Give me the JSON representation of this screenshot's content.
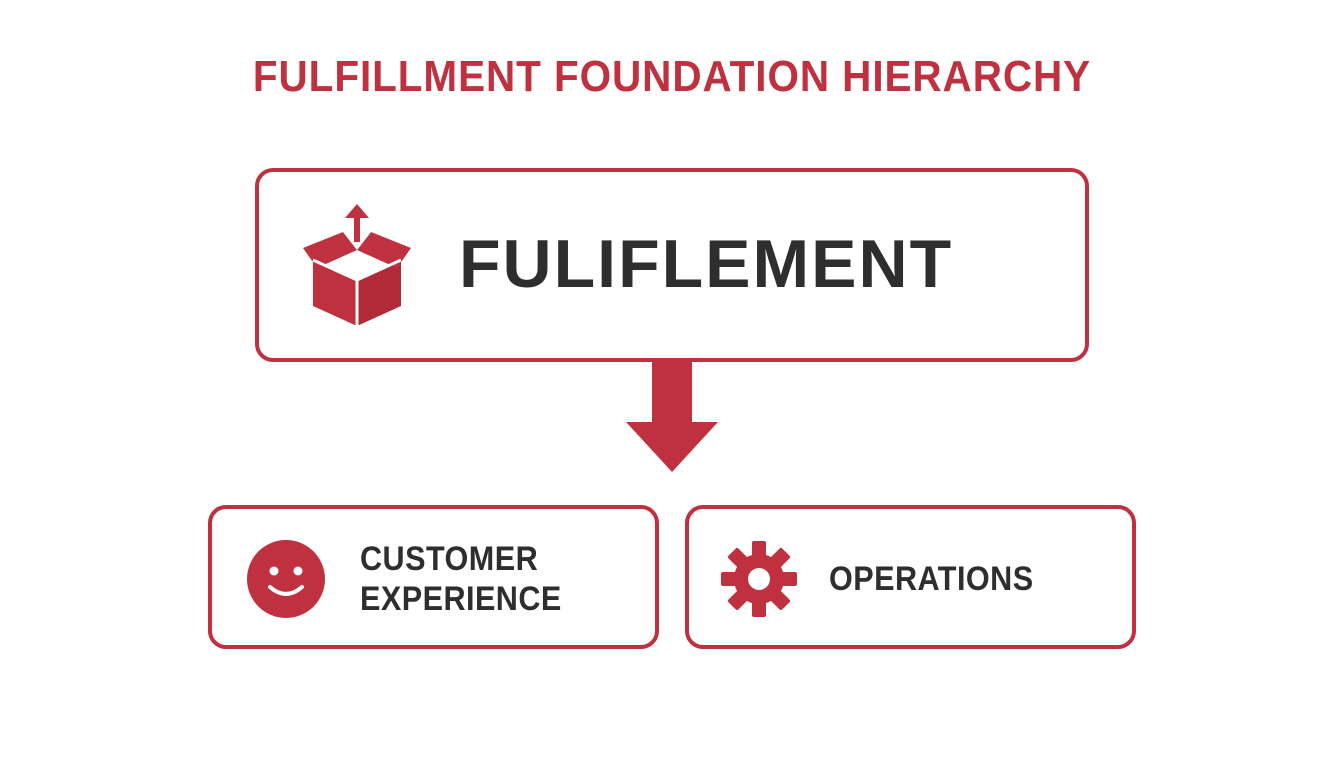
{
  "diagram": {
    "title": "FULFILLMENT FOUNDATION HIERARCHY",
    "root": {
      "label": "FULIFLEMENT",
      "icon": "box-upload-icon"
    },
    "connector": {
      "icon": "arrow-down-icon"
    },
    "children": [
      {
        "label_line1": "CUSTOMER",
        "label_line2": "EXPERIENCE",
        "icon": "smiley-icon"
      },
      {
        "label_line1": "OPERATIONS",
        "icon": "gear-icon"
      }
    ]
  },
  "colors": {
    "accent": "#c0313f",
    "text": "#2e2e2e",
    "background": "#ffffff"
  }
}
